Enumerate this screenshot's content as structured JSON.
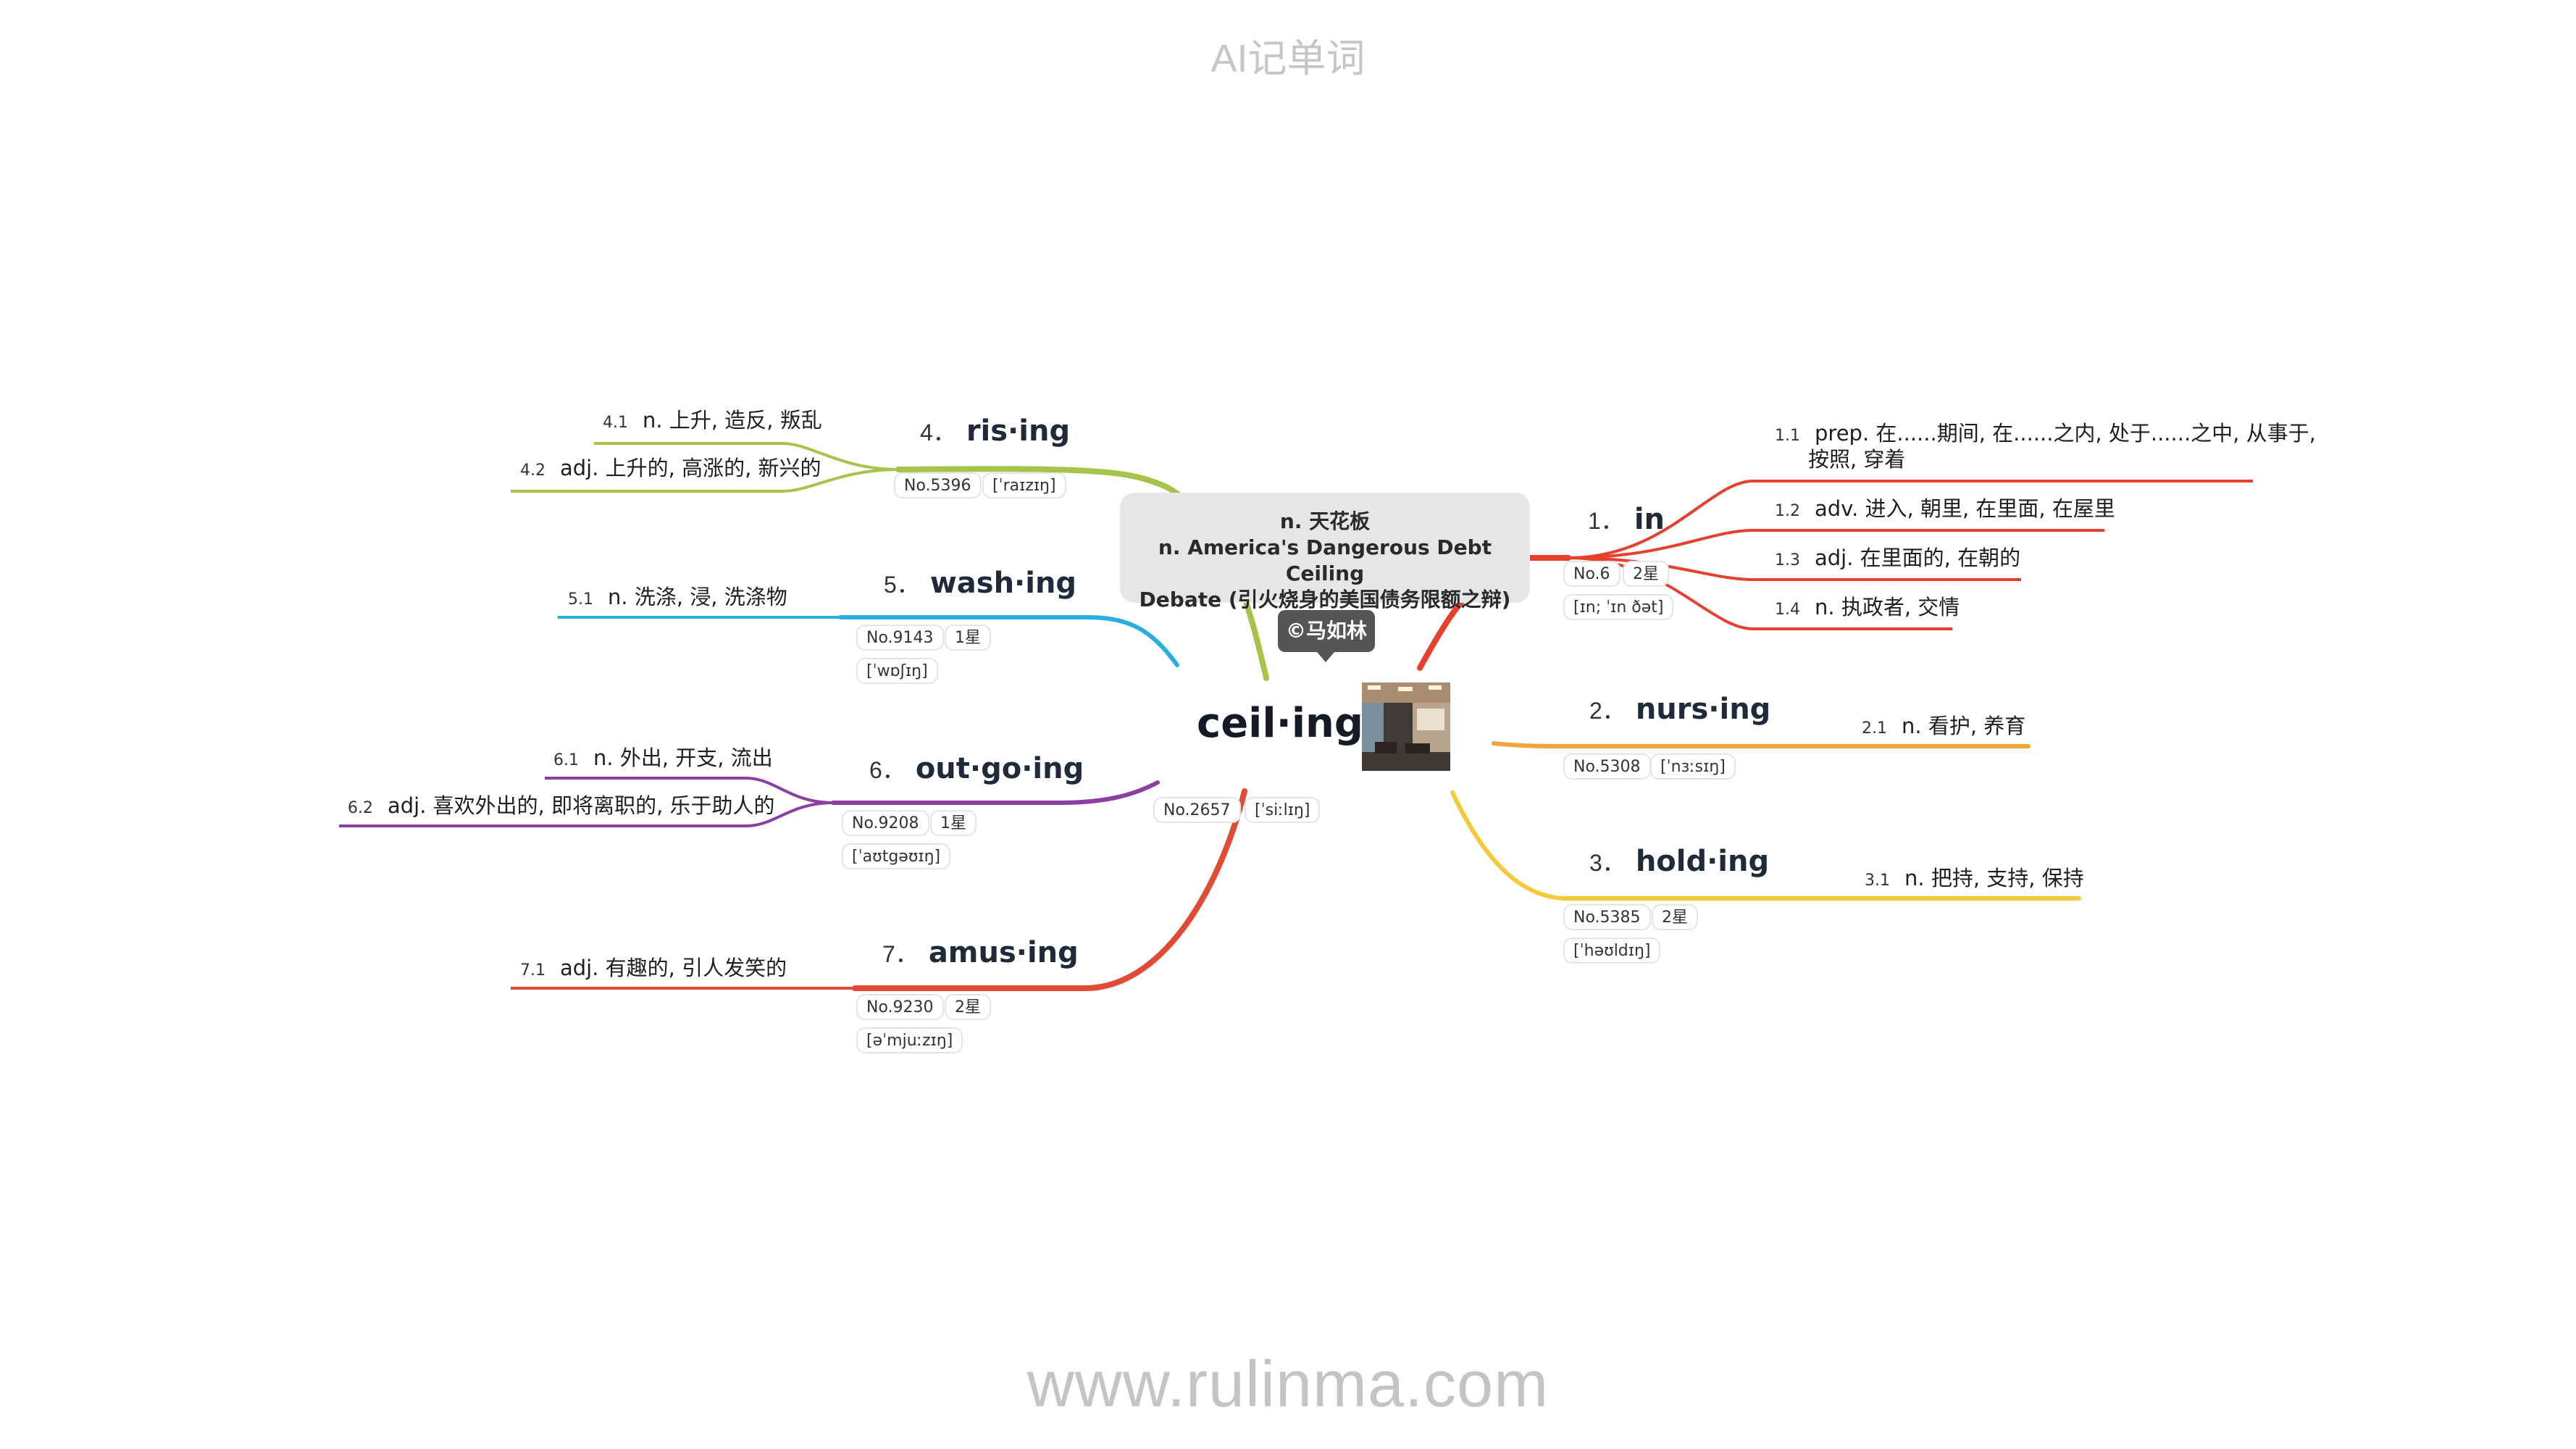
{
  "header": {
    "title": "AI记单词"
  },
  "footer": {
    "url": "www.rulinma.com"
  },
  "central": {
    "word": "ceil·ing",
    "no": "No.2657",
    "phonetic": "[ˈsiːlɪŋ]",
    "callout_lines": [
      "n. 天花板",
      "n. America's Dangerous Debt Ceiling",
      "Debate (引火烧身的美国债务限额之辩)"
    ],
    "copyright": "©马如林",
    "photo_icon": "ceiling-photo"
  },
  "branches": [
    {
      "index": "1．",
      "word": "in",
      "color": "#e8402f",
      "tags": [
        "No.6",
        "2星",
        "[ɪn; ˈɪn ðət]"
      ],
      "senses": [
        {
          "num": "1.1",
          "lines": [
            "prep. 在......期间, 在......之内, 处于......之中, 从事于,",
            "按照, 穿着"
          ]
        },
        {
          "num": "1.2",
          "lines": [
            "adv. 进入, 朝里, 在里面, 在屋里"
          ]
        },
        {
          "num": "1.3",
          "lines": [
            "adj. 在里面的, 在朝的"
          ]
        },
        {
          "num": "1.4",
          "lines": [
            "n. 执政者, 交情"
          ]
        }
      ]
    },
    {
      "index": "2．",
      "word": "nurs·ing",
      "color": "#f0a43a",
      "tags": [
        "No.5308",
        "[ˈnɜːsɪŋ]"
      ],
      "senses": [
        {
          "num": "2.1",
          "lines": [
            "n. 看护, 养育"
          ]
        }
      ]
    },
    {
      "index": "3．",
      "word": "hold·ing",
      "color": "#f5c93a",
      "tags": [
        "No.5385",
        "2星",
        "[ˈhəʊldɪŋ]"
      ],
      "senses": [
        {
          "num": "3.1",
          "lines": [
            "n. 把持, 支持, 保持"
          ]
        }
      ]
    },
    {
      "index": "4．",
      "word": "ris·ing",
      "color": "#a6c34a",
      "tags": [
        "No.5396",
        "[ˈraɪzɪŋ]"
      ],
      "senses": [
        {
          "num": "4.1",
          "lines": [
            "n. 上升, 造反, 叛乱"
          ]
        },
        {
          "num": "4.2",
          "lines": [
            "adj. 上升的, 高涨的, 新兴的"
          ]
        }
      ]
    },
    {
      "index": "5．",
      "word": "wash·ing",
      "color": "#29aee0",
      "tags": [
        "No.9143",
        "1星",
        "[ˈwɒʃɪŋ]"
      ],
      "senses": [
        {
          "num": "5.1",
          "lines": [
            "n. 洗涤, 浸, 洗涤物"
          ]
        }
      ]
    },
    {
      "index": "6．",
      "word": "out·go·ing",
      "color": "#8b3fa0",
      "tags": [
        "No.9208",
        "1星",
        "[ˈaʊtgəʊɪŋ]"
      ],
      "senses": [
        {
          "num": "6.1",
          "lines": [
            "n. 外出, 开支, 流出"
          ]
        },
        {
          "num": "6.2",
          "lines": [
            "adj. 喜欢外出的, 即将离职的, 乐于助人的"
          ]
        }
      ]
    },
    {
      "index": "7．",
      "word": "amus·ing",
      "color": "#e34a33",
      "tags": [
        "No.9230",
        "2星",
        "[əˈmjuːzɪŋ]"
      ],
      "senses": [
        {
          "num": "7.1",
          "lines": [
            "adj. 有趣的, 引人发笑的"
          ]
        }
      ]
    }
  ]
}
